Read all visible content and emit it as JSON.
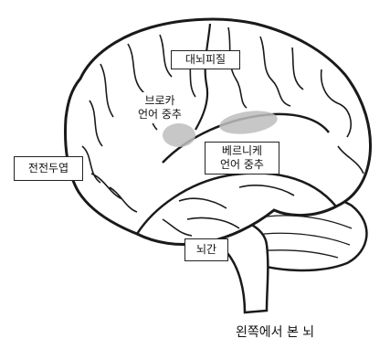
{
  "labels": {
    "cortex": "대뇌피질",
    "broca_line1": "브로카",
    "broca_line2": "언어 중추",
    "wernicke_line1": "베르니케",
    "wernicke_line2": "언어 중추",
    "frontal_lobe": "전전두엽",
    "brainstem": "뇌간"
  },
  "caption": "왼쪽에서 본 뇌",
  "colors": {
    "outline": "#1a1a1a",
    "area_shade": "#bdbdbd",
    "background": "#ffffff"
  }
}
